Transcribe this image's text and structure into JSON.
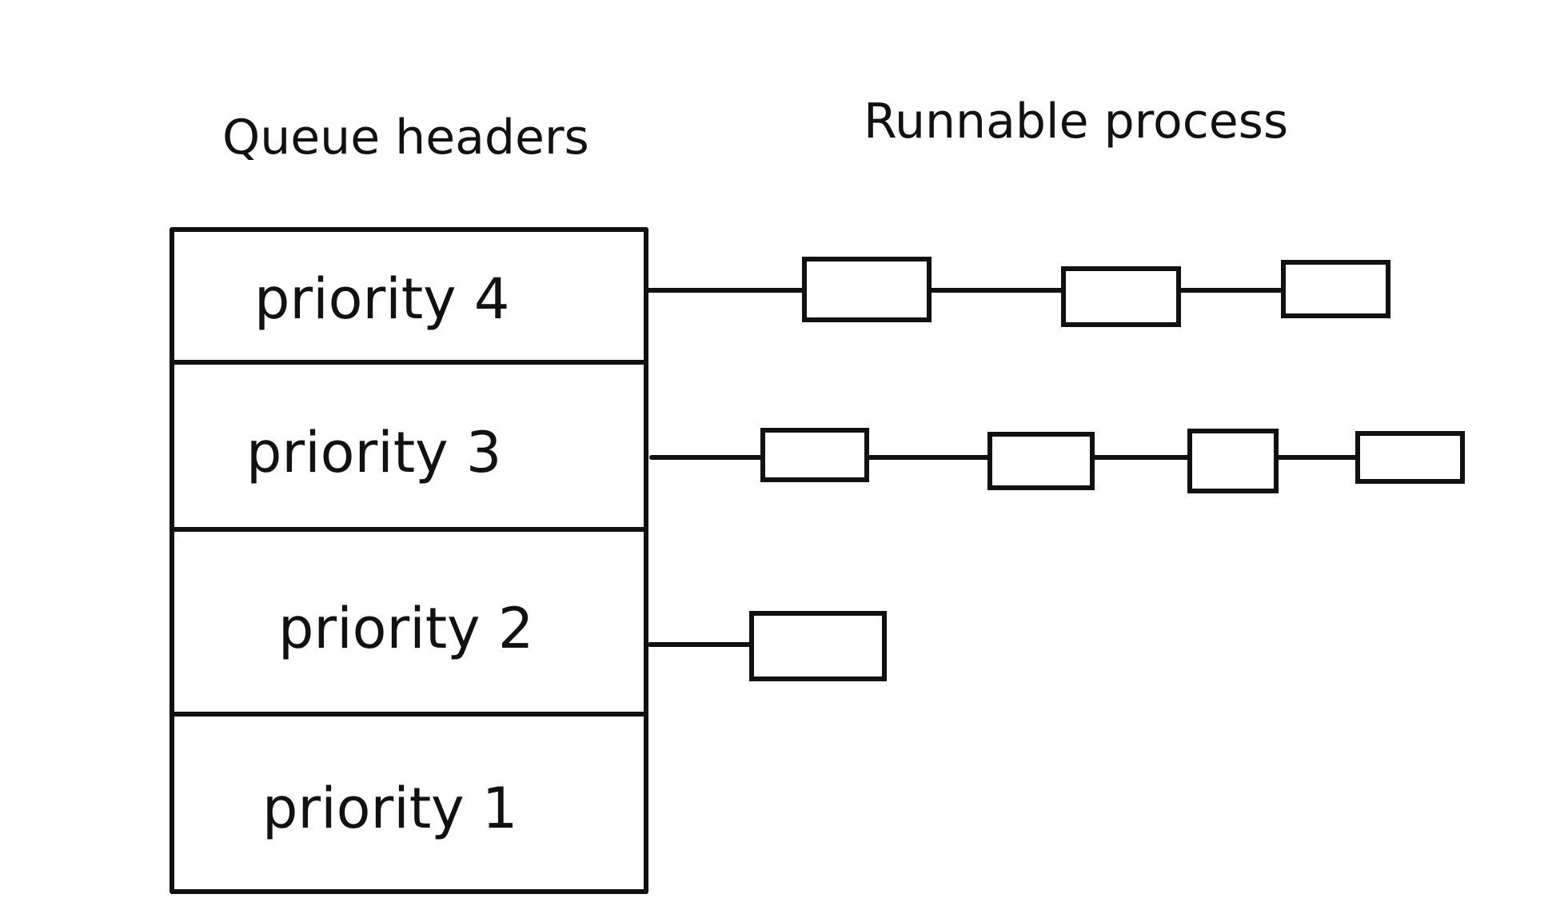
{
  "headings": {
    "queue_headers": "Queue headers",
    "runnable_process": "Runnable process"
  },
  "queues": [
    {
      "label": "priority 4",
      "process_count": 3
    },
    {
      "label": "priority 3",
      "process_count": 4
    },
    {
      "label": "priority 2",
      "process_count": 1
    },
    {
      "label": "priority 1",
      "process_count": 0
    }
  ],
  "colors": {
    "ink": "#111111",
    "background": "#ffffff"
  }
}
